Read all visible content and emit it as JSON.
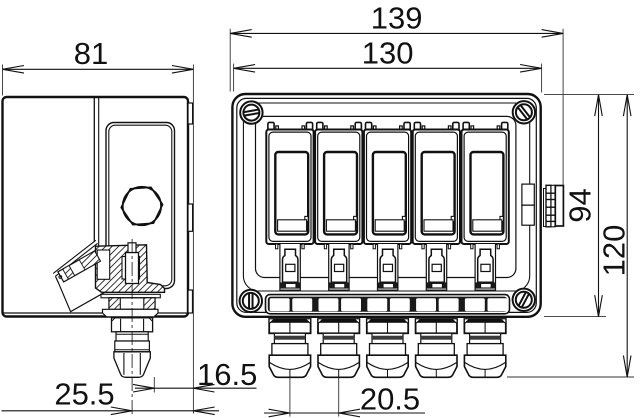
{
  "page": {
    "background": "#ffffff"
  },
  "drawing": {
    "kind": "technical dimension drawing of an enclosure, side view and front view",
    "line_color": "#111111",
    "views": {
      "side": {
        "name": "side view"
      },
      "front": {
        "name": "front view",
        "modules": 5,
        "cable_glands": 5,
        "vent_slots": 10,
        "corner_screws": 4
      }
    },
    "dimensions": {
      "depth": {
        "value": "81"
      },
      "overall_width": {
        "value": "139"
      },
      "body_width": {
        "value": "130"
      },
      "body_height": {
        "value": "94"
      },
      "overall_height": {
        "value": "120"
      },
      "gland_offset_inner": {
        "value": "16.5"
      },
      "gland_offset": {
        "value": "25.5"
      },
      "gland_pitch": {
        "value": "20.5"
      }
    }
  }
}
